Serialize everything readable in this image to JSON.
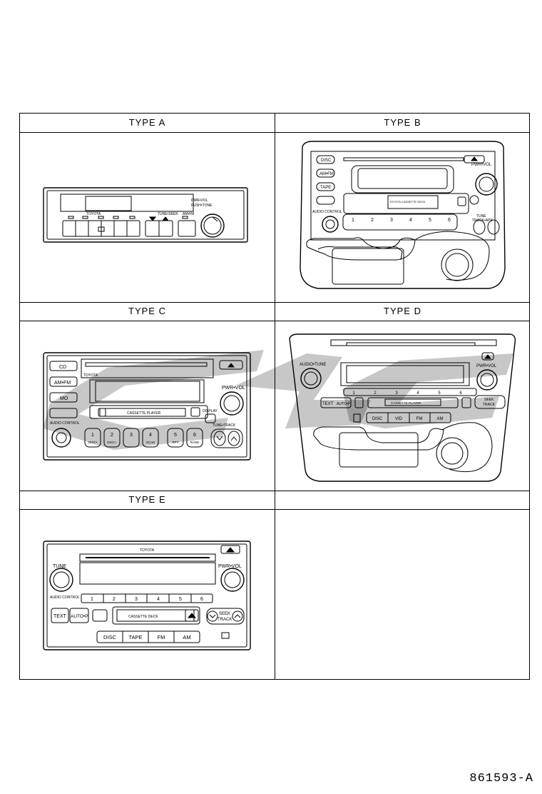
{
  "types": {
    "a": {
      "header": "TYPE A",
      "brand": "TOYOTA",
      "pwr_vol": "PWR•VOL",
      "tune_seek": "TUNE•SEEK",
      "am_fm": "AM•FM",
      "tone": "PUSH•TONE"
    },
    "b": {
      "header": "TYPE B",
      "disc": "DISC",
      "amfm": "AM•FM",
      "tape": "TAPE",
      "pwr_vol": "PWR•VOL",
      "audio_control": "AUDIO CONTROL",
      "tune": "TUNE",
      "track": "TRACK•APS",
      "cassette": "TOYOTA CASSETTE DECK",
      "presets": [
        "1",
        "2",
        "3",
        "4",
        "5",
        "6"
      ]
    },
    "c": {
      "header": "TYPE C",
      "cd": "CD",
      "amfm": "AM•FM",
      "mo": "MO",
      "brand": "TOYOTA",
      "pwr_vol": "PWR•VOL",
      "display": "DISPLAY",
      "audio_control": "AUDIO CONTROL",
      "tune_track": "TUNE•TRACK",
      "cassette": "CASSETTE PLAYER",
      "presets": [
        "1",
        "2",
        "3",
        "4",
        "5",
        "6"
      ],
      "preset_subs": [
        "DISC•",
        "DISC+",
        "",
        "SCAN",
        "RPT",
        "RAND"
      ]
    },
    "d": {
      "header": "TYPE D",
      "audio_tune": "AUDIO•TUNE",
      "pwr_vol": "PWR•VOL",
      "text": "TEXT",
      "auto_p": "AUTO•P",
      "seek": "SEEK",
      "track": "TRACK",
      "disc": "DISC",
      "vid": "VID",
      "fm": "FM",
      "am": "AM",
      "cassette": "CASSETTE PLAYER",
      "presets": [
        "1",
        "2",
        "3",
        "4",
        "5",
        "6"
      ]
    },
    "e": {
      "header": "TYPE E",
      "brand": "TOYOTA",
      "tune": "TUNE",
      "pwr_vol": "PWR•VOL",
      "audio_control": "AUDIO CONTROL",
      "text": "TEXT",
      "auto_p": "AUTO•P",
      "seek": "SEEK",
      "track": "TRACK",
      "disc": "DISC",
      "tape": "TAPE",
      "fm": "FM",
      "am": "AM",
      "cassette": "CASSETTE DECK",
      "presets": [
        "1",
        "2",
        "3",
        "4",
        "5",
        "6"
      ]
    },
    "empty": {
      "header": ""
    }
  },
  "diagram_code": "861593-A"
}
